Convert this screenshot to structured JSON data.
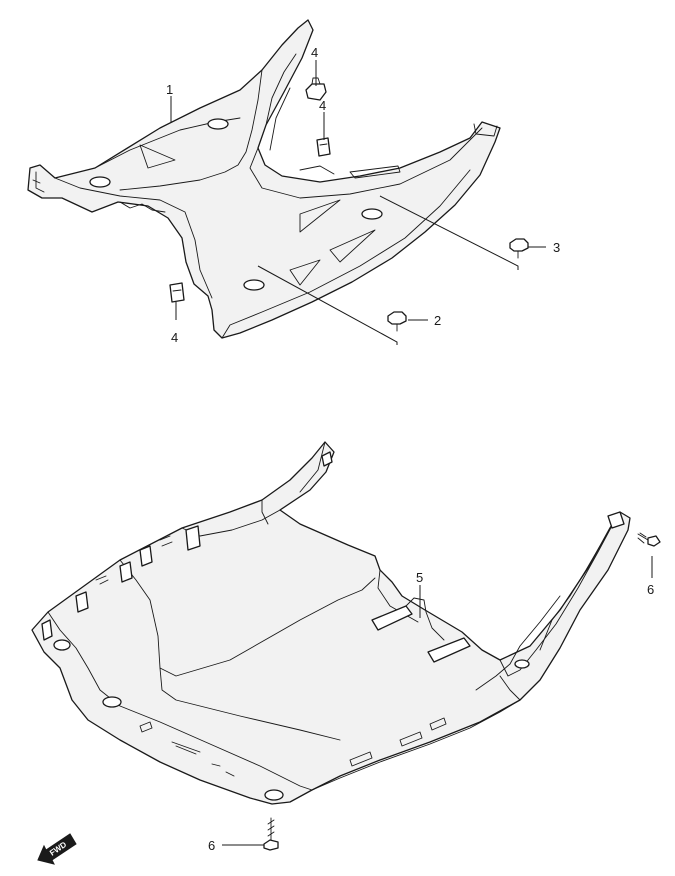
{
  "callouts": {
    "c1": "1",
    "c2": "2",
    "c3": "3",
    "c4a": "4",
    "c4b": "4",
    "c4c": "4",
    "c5": "5",
    "c6a": "6",
    "c6b": "6"
  },
  "fwd_label": "FWD"
}
